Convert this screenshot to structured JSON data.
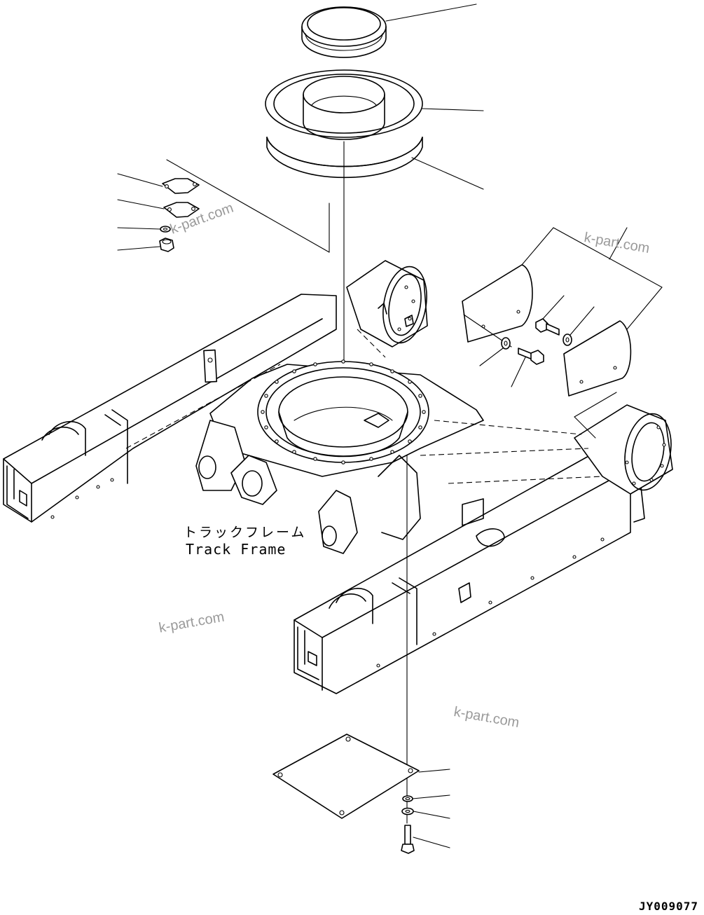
{
  "diagram": {
    "label_japanese": "トラックフレーム",
    "label_english": "Track Frame",
    "figure_id": "JY009077",
    "watermarks": [
      "k-part.com",
      "k-part.com",
      "k-part.com",
      "k-part.com"
    ]
  }
}
